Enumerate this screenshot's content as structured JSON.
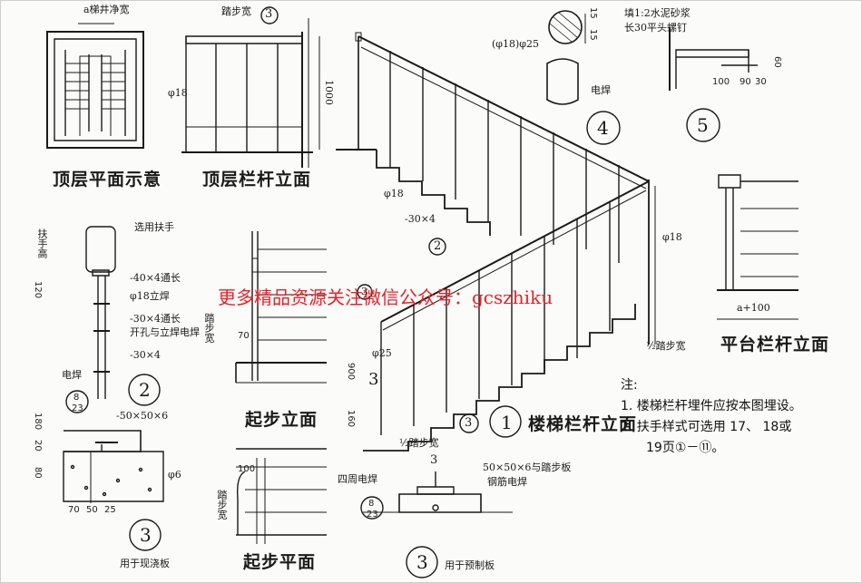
{
  "views": {
    "top_plan_title": "顶层平面示意",
    "top_railing_title": "顶层栏杆立面",
    "start_elevation_title": "起步立面",
    "start_plan_title": "起步平面",
    "stair_railing_title": "楼梯栏杆立面",
    "platform_railing_title": "平台栏杆立面"
  },
  "labels": {
    "clear_width": "a梯井净宽",
    "tread_width": "踏步宽",
    "phi18": "φ18",
    "h1000": "1000",
    "phi18_phi25": "(φ18)φ25",
    "weld": "电焊",
    "bolt_note_1": "填1:2水泥砂浆",
    "bolt_note_2": "长30平头螺钉",
    "d15a": "15",
    "d15b": "15",
    "d100": "100",
    "d90": "90",
    "d30": "30",
    "d60": "60",
    "handrail_select": "选用扶手",
    "handrail_height": "扶手高",
    "flat_40x4": "-40×4通长",
    "phi18_post": "φ18立焊",
    "flat_30x4": "-30×4通长",
    "hole_weld": "开孔与立焊电焊",
    "flat_30x4b": "-30×4",
    "h120": "120",
    "weld2": "电焊",
    "angle_steel": "-50×50×6",
    "h180": "180",
    "h20": "20",
    "h80": "80",
    "w70": "70",
    "w50": "50",
    "w25": "25",
    "phi6": "φ6",
    "cast_in_place": "用于现浇板",
    "tread_width_2": "踏步宽",
    "d70": "70",
    "phi18_b": "φ18",
    "flat_30x4_c": "-30×4",
    "phi18_c": "φ18",
    "phi25": "φ25",
    "h900": "900",
    "h160": "160",
    "half_tread": "½踏步宽",
    "half_tread_2": "½踏步宽",
    "weld_around": "四周电焊",
    "plate_note_1": "50×50×6与踏步板",
    "plate_note_2": "钢筋电焊",
    "precast": "用于预制板",
    "a_plus_100": "a+100",
    "d100b": "100",
    "tread_width_3": "踏步宽",
    "ref_8": "8",
    "ref_23": "23",
    "ref_8b": "8",
    "ref_23b": "23"
  },
  "markers": {
    "m1": "1",
    "m2": "2",
    "m3a": "3",
    "m3b": "3",
    "m3c": "3",
    "m4": "4",
    "m5": "5",
    "m2_small": "2",
    "m3_small": "3",
    "m3_small_b": "3",
    "m3_small_c": "3",
    "m3_small_d": "3"
  },
  "watermark": "更多精品资源关注微信公众号：gcszhiku",
  "notes": {
    "heading": "注:",
    "items": [
      "1.  楼梯栏杆埋件应按本图埋设。",
      "2.  扶手样式可选用 17、 18或",
      "19页①－⑪。"
    ]
  },
  "colors": {
    "ink": "#1a1a1a",
    "watermark": "#e3242b",
    "paper": "#fbfbf9"
  }
}
